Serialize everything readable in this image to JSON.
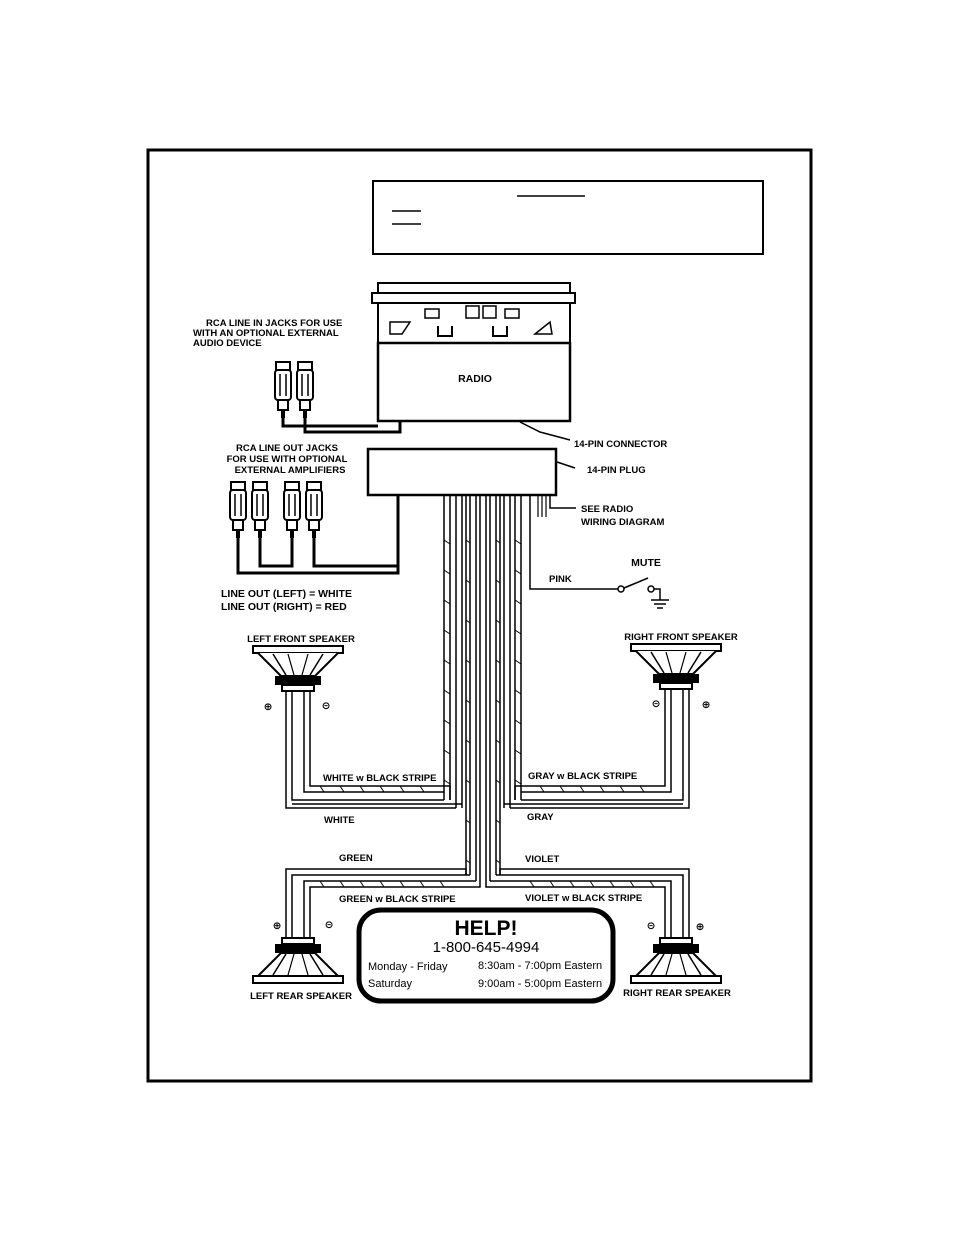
{
  "diagram": {
    "radio_label": "RADIO",
    "connector_label": "14-PIN CONNECTOR",
    "plug_label": "14-PIN PLUG",
    "rca_in": [
      "RCA LINE IN JACKS  FOR USE",
      "WITH AN OPTIONAL EXTERNAL",
      "AUDIO  DEVICE"
    ],
    "rca_out": [
      "RCA LINE OUT JACKS",
      "FOR USE WITH OPTIONAL",
      "EXTERNAL AMPLIFIERS"
    ],
    "see_radio": [
      "SEE RADIO",
      "WIRING DIAGRAM"
    ],
    "mute_label": "MUTE",
    "pink_label": "PINK",
    "line_out": [
      "LINE OUT (LEFT) = WHITE",
      "LINE OUT (RIGHT) = RED"
    ],
    "speakers": {
      "left_front": "LEFT FRONT SPEAKER",
      "right_front": "RIGHT FRONT SPEAKER",
      "left_rear": "LEFT REAR SPEAKER",
      "right_rear": "RIGHT REAR SPEAKER"
    },
    "wires": {
      "white_stripe": "WHITE w BLACK STRIPE",
      "white": "WHITE",
      "gray_stripe": "GRAY w BLACK STRIPE",
      "gray": "GRAY",
      "green": "GREEN",
      "green_stripe": "GREEN w BLACK STRIPE",
      "violet": "VIOLET",
      "violet_stripe": "VIOLET w BLACK STRIPE"
    },
    "polarity": {
      "plus": "⊕",
      "minus": "⊝"
    },
    "help": {
      "title": "HELP!",
      "phone": "1-800-645-4994",
      "row1_day": "Monday - Friday",
      "row1_hours": "8:30am - 7:00pm Eastern",
      "row2_day": "Saturday",
      "row2_hours": "9:00am - 5:00pm Eastern"
    }
  }
}
